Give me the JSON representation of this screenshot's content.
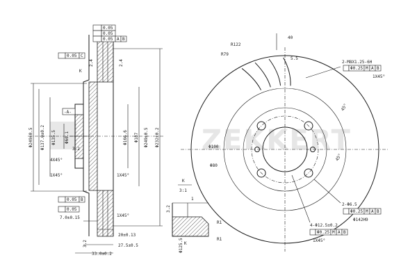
{
  "brand": {
    "name": "ZEKKERT"
  },
  "section_view": {
    "gdt_top": [
      "0.05",
      "0.05",
      "0.05",
      "A",
      "B"
    ],
    "gdt_mid": [
      "0.05",
      "C"
    ],
    "gdt_bottom": [
      "0.05",
      "B"
    ],
    "gdt_left": [
      "0.05"
    ],
    "dims_vertical": [
      "Φ249±0.5",
      "Φ137.0±0.2",
      "Φ135.5",
      "Φ60.1",
      "Φ166.6",
      "Φ187",
      "Φ249±0.5",
      "Φ232±0.2"
    ],
    "dims_horizontal": [
      "7.0±0.15",
      "20±0.13",
      "27.5±0.5",
      "33.0±0.2"
    ],
    "labels": {
      "k": "K",
      "a": "-A-",
      "r32": "3.2",
      "chamfer1": "1X45°",
      "chamfer2": "1X45°",
      "chamfer3": "1X45°",
      "chamfer4": "4X45°",
      "d24a": "2.4",
      "d24b": "2.4",
      "d32b": "3.2",
      "d125": "Φ125"
    }
  },
  "detail": {
    "title": "K",
    "scale": "3:1",
    "labels": {
      "r1a": "R1",
      "r1b": "R1",
      "one": "1",
      "d32": "3.2",
      "d125": "Φ125.5"
    }
  },
  "front_view": {
    "top_dims": [
      "40",
      "R122",
      "R79",
      "5.5"
    ],
    "callouts": [
      "2-M8X1.25-6H",
      "Φ0.25",
      "M",
      "A",
      "B",
      "1X45°"
    ],
    "inner_dims": [
      "Φ100",
      "Φ80",
      "45°",
      "45°"
    ],
    "holes": [
      "2-Φ6.5",
      "Φ0.25",
      "M",
      "A",
      "B",
      "Φ142H9"
    ],
    "bolt_holes": [
      "4-Φ12.5±0.2",
      "Φ0.25",
      "M",
      "A",
      "B",
      "1X45°"
    ]
  }
}
